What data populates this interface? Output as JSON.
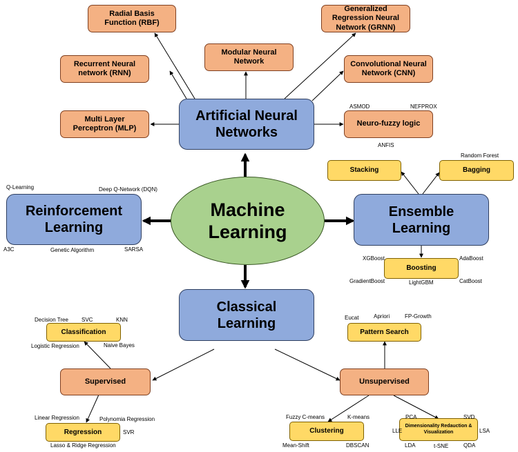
{
  "nodes": {
    "center": "Machine Learning",
    "ann": "Artificial Neural Networks",
    "rl": "Reinforcement Learning",
    "ensemble": "Ensemble Learning",
    "classical": "Classical Learning",
    "rbf": "Radial Basis Function (RBF)",
    "grnn": "Generalized Regression Neural Network (GRNN)",
    "modular": "Modular Neural Network",
    "rnn": "Recurrent Neural network (RNN)",
    "cnn": "Convolutional Neural Network (CNN)",
    "mlp": "Multi Layer Perceptron (MLP)",
    "neuro_fuzzy": "Neuro-fuzzy logic",
    "stacking": "Stacking",
    "bagging": "Bagging",
    "boosting": "Boosting",
    "classification": "Classification",
    "supervised": "Supervised",
    "regression": "Regression",
    "pattern_search": "Pattern Search",
    "unsupervised": "Unsupervised",
    "clustering": "Clustering",
    "dim_reduction": "Dimensionality Redauction & Visualization"
  },
  "labels": {
    "asmod": "ASMOD",
    "nefprox": "NEFPROX",
    "anfis": "ANFIS",
    "random_forest": "Random Forest",
    "q_learning": "Q-Learning",
    "dqn": "Deep Q-Network (DQN)",
    "a3c": "A3C",
    "genetic": "Genetic Algorithm",
    "sarsa": "SARSA",
    "xgboost": "XGBoost",
    "adaboost": "AdaBoost",
    "gradientboost": "GradientBoost",
    "lightgbm": "LightGBM",
    "catboost": "CatBoost",
    "decision_tree": "Decision Tree",
    "svc": "SVC",
    "knn": "KNN",
    "logistic": "Logistic Regression",
    "naive_bayes": "Naive Bayes",
    "linear_reg": "Linear Regression",
    "poly_reg": "Polynomia Regression",
    "svr": "SVR",
    "lasso_ridge": "Lasso & Ridge Regression",
    "eucat": "Eucat",
    "apriori": "Apriori",
    "fp_growth": "FP-Growth",
    "fuzzy_cmeans": "Fuzzy C-means",
    "kmeans": "K-means",
    "mean_shift": "Mean-Shift",
    "dbscan": "DBSCAN",
    "pca": "PCA",
    "svd": "SVD",
    "lle": "LLE",
    "lsa": "LSA",
    "lda": "LDA",
    "tsne": "t-SNE",
    "qda": "QDA"
  },
  "colors": {
    "orange_box": "#f4b183",
    "yellow_box": "#ffd966",
    "blue_box": "#8faadc",
    "center_ellipse": "#a9d18e"
  }
}
